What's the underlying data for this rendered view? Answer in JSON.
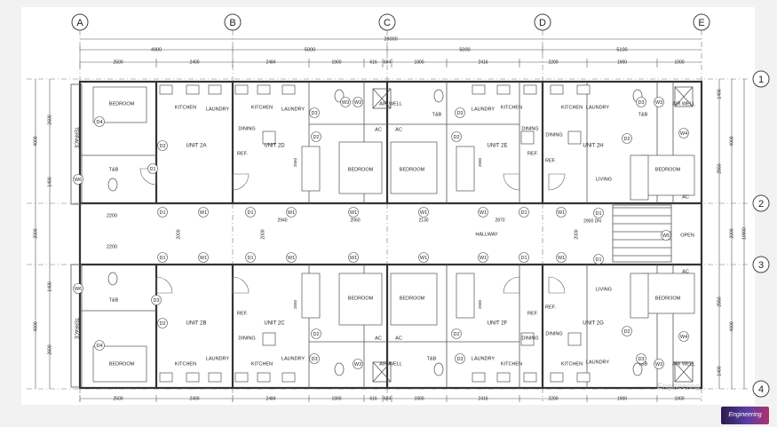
{
  "grid_columns": [
    "A",
    "B",
    "C",
    "D",
    "E"
  ],
  "grid_rows": [
    "1",
    "2",
    "3",
    "4"
  ],
  "dimensions": {
    "overall_width": "28000",
    "top_major": [
      "4900",
      "5000",
      "5000",
      "5100"
    ],
    "top_minor": [
      "2500",
      "2400",
      "2484",
      "1900",
      "616",
      "684",
      "1900",
      "2416",
      "2200",
      "1900",
      "1000"
    ],
    "bottom_minor": [
      "2500",
      "2400",
      "2484",
      "1900",
      "616",
      "684",
      "1900",
      "2416",
      "2200",
      "1900",
      "1000"
    ],
    "left_top": [
      "4000",
      "2600",
      "1400"
    ],
    "left_mid": "2000",
    "left_bottom": [
      "1400",
      "4000",
      "2600"
    ],
    "right_top": [
      "1400",
      "4000",
      "2550"
    ],
    "right_mid": [
      "2000",
      "10000"
    ],
    "right_bottom": [
      "2550",
      "4000",
      "1400"
    ],
    "hallway": [
      "2940",
      "2060",
      "2130",
      "2870",
      "2900 DN"
    ],
    "terrace_width": "2200",
    "hall_width_inner": "2000"
  },
  "rooms": {
    "bedroom": "BEDROOM",
    "kitchen": "KITCHEN",
    "laundry": "LAUNDRY",
    "dining": "DINING",
    "ref": "REF.",
    "tb": "T&B",
    "terrace": "TERRACE",
    "air_well": "AIR WELL",
    "ac": "AC",
    "living": "LIVING",
    "open": "OPEN",
    "hallway": "HALLWAY"
  },
  "units": [
    "UNIT 2A",
    "UNIT 2D",
    "UNIT 2E",
    "UNIT 2H",
    "UNIT 2B",
    "UNIT 2C",
    "UNIT 2F",
    "UNIT 2G"
  ],
  "tags": {
    "d1": "D1",
    "d2": "D2",
    "d3": "D3",
    "d4": "D4",
    "w1": "W1",
    "w3": "W3",
    "w4": "W4",
    "w5": "W5",
    "w6": "W6"
  },
  "branding": {
    "logo_text": "Engineering",
    "watermark": "Engineering"
  }
}
